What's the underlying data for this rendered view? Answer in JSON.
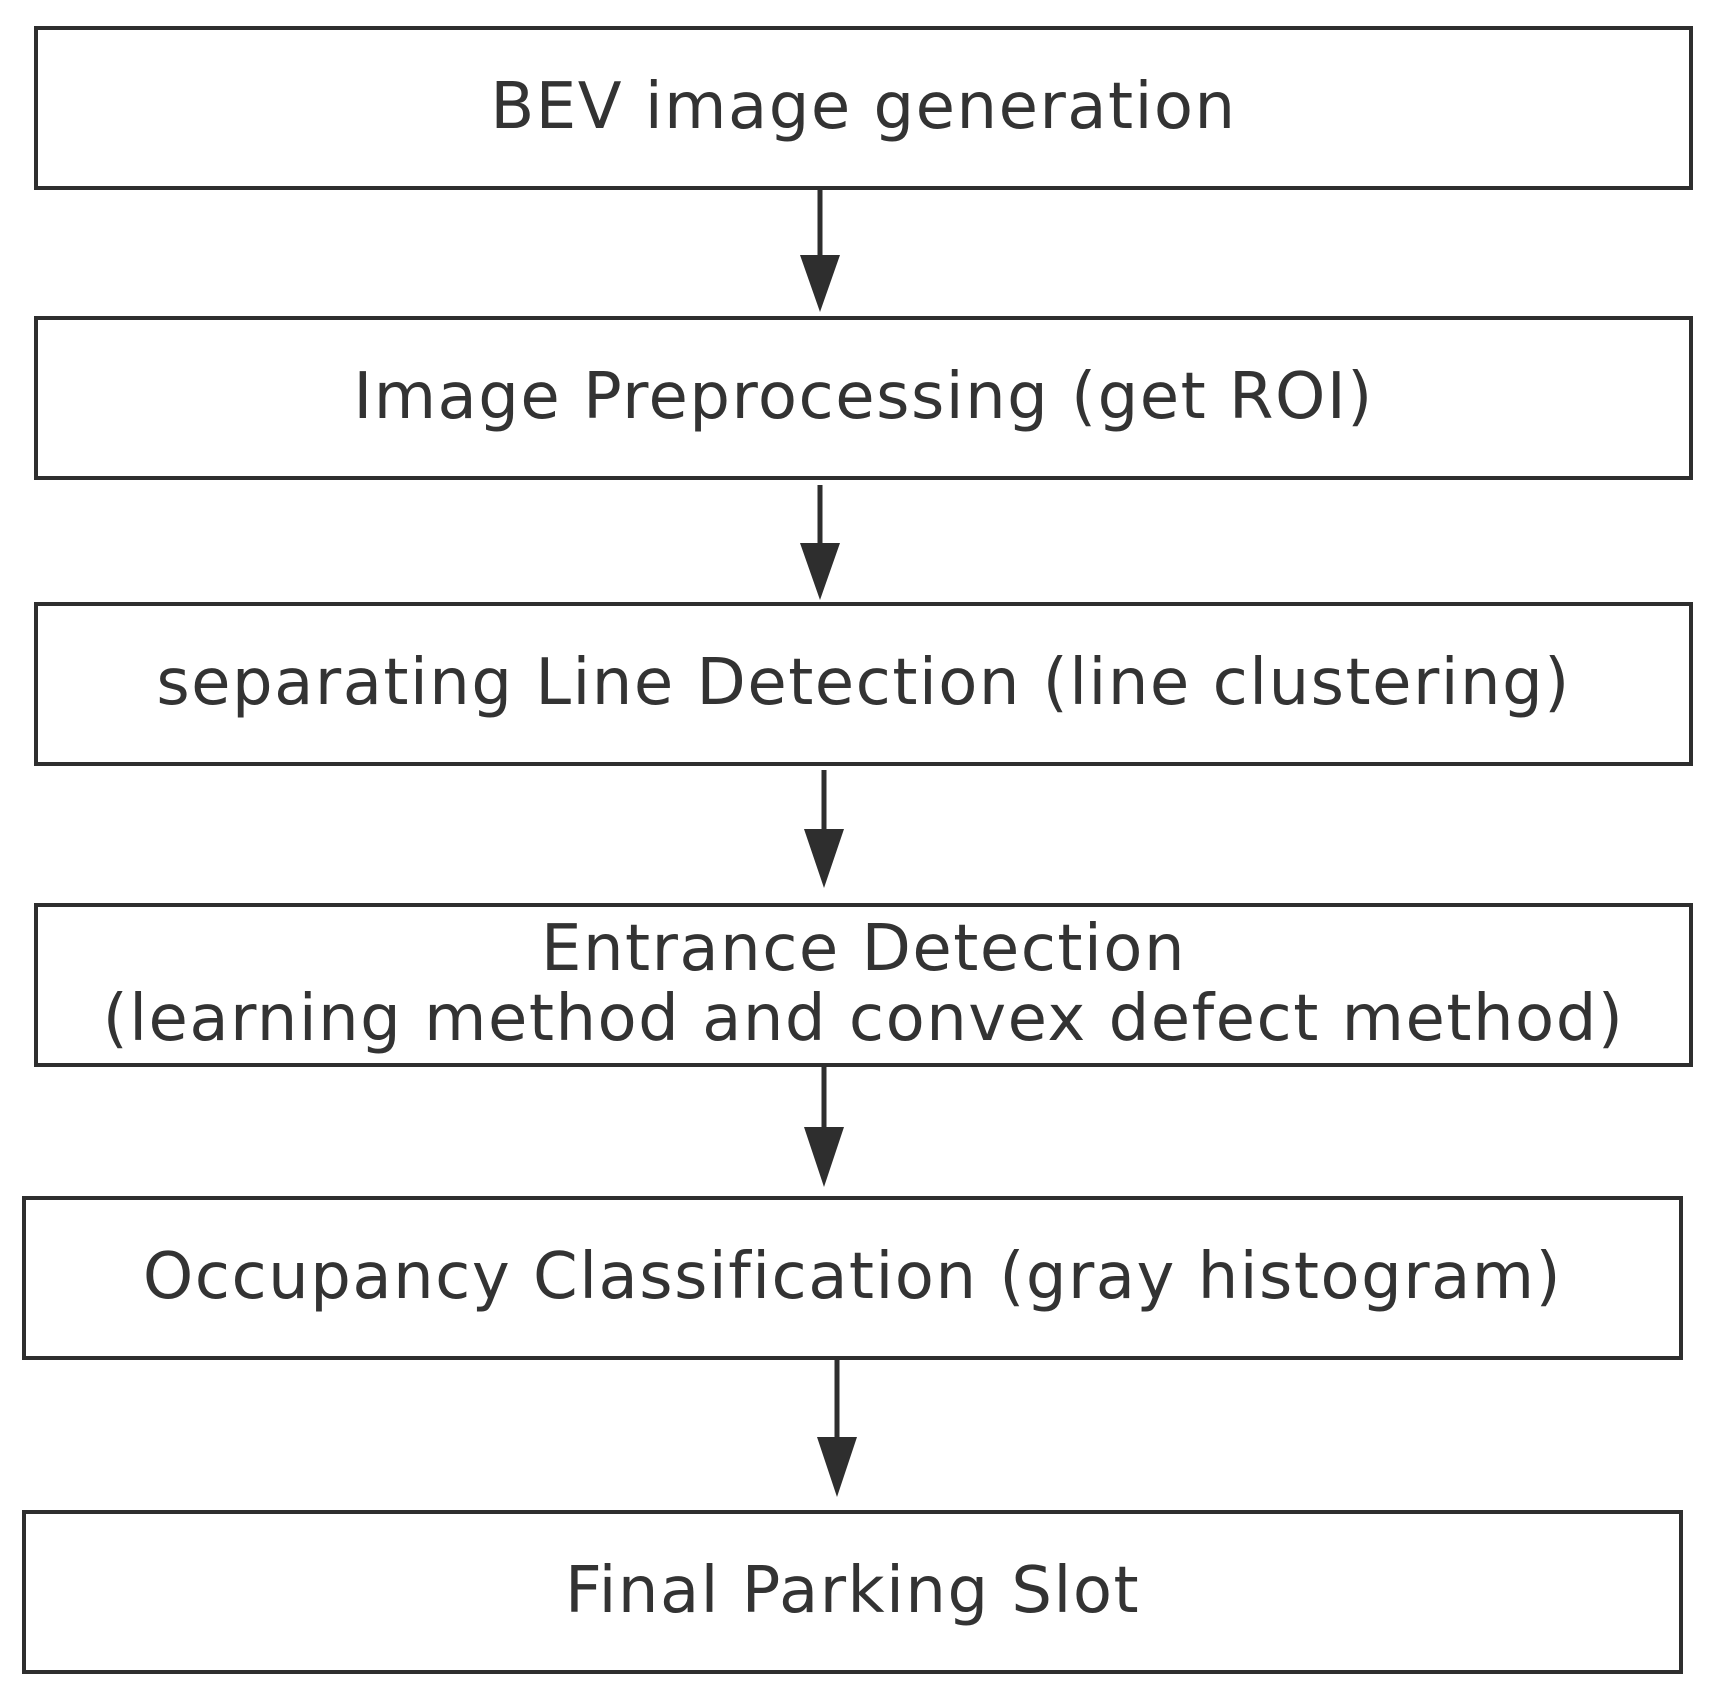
{
  "diagram": {
    "steps": [
      {
        "label": "BEV image generation"
      },
      {
        "label": "Image Preprocessing (get ROI)"
      },
      {
        "label": "separating Line Detection (line clustering)"
      },
      {
        "label": "Entrance Detection",
        "sublabel": "(learning method and convex defect method)"
      },
      {
        "label": "Occupancy Classification (gray histogram)"
      },
      {
        "label": "Final Parking Slot"
      }
    ],
    "edges": [
      {
        "from": 0,
        "to": 1
      },
      {
        "from": 1,
        "to": 2
      },
      {
        "from": 2,
        "to": 3
      },
      {
        "from": 3,
        "to": 4
      },
      {
        "from": 4,
        "to": 5
      }
    ],
    "colors": {
      "stroke": "#2e2e2e",
      "text": "#333333",
      "background": "#ffffff"
    }
  }
}
